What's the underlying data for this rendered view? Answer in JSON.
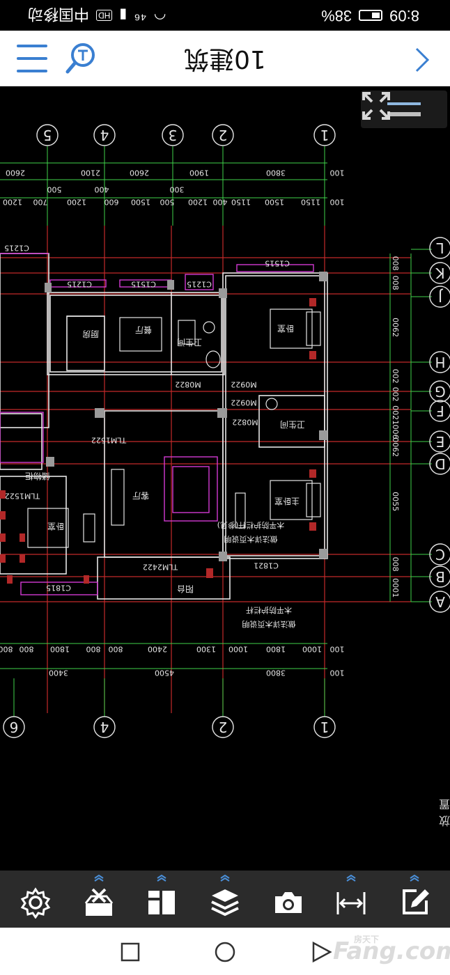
{
  "status_bar": {
    "time": "8:09",
    "battery": "38%",
    "carrier": "中国移动",
    "signal": "⁴⁶",
    "hd": "HD"
  },
  "header": {
    "title": "10建筑"
  },
  "toolbar": {
    "tools": [
      {
        "icon": "settings-icon"
      },
      {
        "icon": "toolbox-icon"
      },
      {
        "icon": "panels-icon"
      },
      {
        "icon": "layers-icon"
      },
      {
        "icon": "camera-icon"
      },
      {
        "icon": "measure-icon"
      },
      {
        "icon": "edit-icon"
      }
    ]
  },
  "drawing": {
    "axis_labels_top": [
      "5",
      "4",
      "3",
      "2",
      "1"
    ],
    "axis_labels_bottom": [
      "6",
      "4",
      "2",
      "1"
    ],
    "axis_labels_right": [
      "L",
      "K",
      "J",
      "H",
      "G",
      "F",
      "E",
      "D",
      "C",
      "B",
      "A"
    ],
    "dims_top_row1": [
      "2600",
      "2100",
      "2600",
      "1900",
      "3800",
      "100"
    ],
    "dims_top_row2": [
      "500",
      "400",
      "300"
    ],
    "dims_top_row3": [
      "1200",
      "700",
      "1200",
      "600",
      "1500",
      "500",
      "1200",
      "400",
      "1150",
      "1500",
      "1150",
      "100"
    ],
    "dims_bottom_row1": [
      "800",
      "800",
      "1800",
      "800",
      "800",
      "2400",
      "1300",
      "1000",
      "1800",
      "1000",
      "100"
    ],
    "dims_bottom_row2": [
      "3400",
      "4500",
      "3800",
      "100"
    ],
    "dims_right": [
      "008",
      "008",
      "0062",
      "002",
      "002",
      "0021",
      "006",
      "0062",
      "0055",
      "008",
      "0001"
    ],
    "room_labels": [
      "厨房",
      "餐厅",
      "卫生间",
      "卧室",
      "客厅",
      "卫生间",
      "主卧室",
      "卧室",
      "阳台",
      "储物柜"
    ],
    "tags": [
      "C1515",
      "C1215",
      "C1515",
      "C1215",
      "C1215",
      "M0822",
      "M0922",
      "M0922",
      "C1821",
      "TLM2422",
      "TLM1522",
      "C1815",
      "M0822",
      "TLM1522"
    ],
    "notes": [
      "木平防护栏杆(参见)",
      "做法详木页说明",
      "木平防护栏杆",
      "做法详木页说明"
    ],
    "edge_note": "放置"
  },
  "watermark": {
    "text": "Fang.com",
    "sub": "房天下"
  },
  "colors": {
    "accent_blue": "#3a7fd1",
    "toolbar_bg": "#2b2b2b",
    "cad_green": "#3fd24a",
    "cad_red": "#e23030",
    "cad_magenta": "#d23ad2",
    "cad_white": "#e6e6e6"
  }
}
